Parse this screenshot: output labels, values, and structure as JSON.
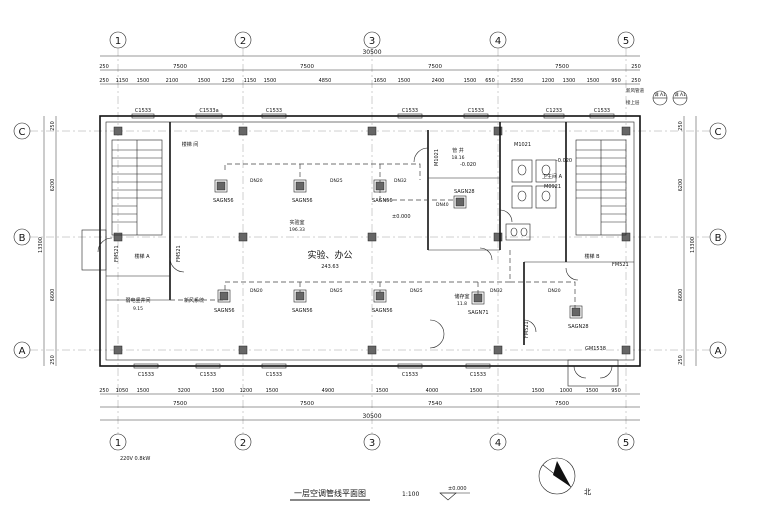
{
  "grid": {
    "columns": [
      "1",
      "2",
      "3",
      "4",
      "5"
    ],
    "rows": [
      "A",
      "B",
      "C"
    ]
  },
  "dims": {
    "overall": "30500",
    "bays_top": [
      "7500",
      "7500",
      "7500",
      "7500"
    ],
    "bays_bottom": [
      "7500",
      "7500",
      "7540",
      "7500"
    ],
    "edge": "250",
    "top_detail": [
      "1150",
      "1500",
      "2100",
      "1500",
      "1250",
      "1150",
      "1500",
      "4850",
      "1650",
      "1500",
      "2400",
      "1500",
      "650",
      "2550",
      "1200",
      "1300",
      "1500",
      "950"
    ],
    "bottom_detail": [
      "1050",
      "1500",
      "3200",
      "1500",
      "1200",
      "1500",
      "4900",
      "1500",
      "4000",
      "1500",
      "1500",
      "1000",
      "1500",
      "950"
    ],
    "side_left": [
      "250",
      "6200",
      "13300",
      "6600",
      "250"
    ],
    "side_right": [
      "250",
      "6200",
      "13300",
      "6600",
      "250"
    ]
  },
  "windows": {
    "top": [
      "C1533",
      "C1533a",
      "C1533",
      "C1533",
      "C1533",
      "C1233",
      "C1533"
    ],
    "bottom": [
      "C1533",
      "C1533",
      "C1533",
      "C1533",
      "C1533"
    ]
  },
  "doors": [
    "FM521",
    "FM521",
    "M1021",
    "M1021",
    "M0921",
    "FM521",
    "FM521",
    "GM1538"
  ],
  "rooms": {
    "stair_a": "楼梯 A",
    "stair_b": "楼梯 B",
    "stair_a_top": "楼梯 间",
    "main_hall": "实验、办公",
    "main_area": "243.63",
    "office_small": "实验室",
    "office_small_area": "196.33",
    "electrical": "弱电竖井间",
    "electrical_area": "9.15",
    "pipe_room": "管 井",
    "pipe_room_area": "18.16",
    "toilet": "卫生间 A",
    "store": "储存室",
    "store_area": "11.8",
    "fresh_air": "新风系统",
    "level_mark": "±0.000",
    "wc_level": "-0.020"
  },
  "units": {
    "top_row": [
      "SAGN56",
      "SAGN56",
      "SAGN56"
    ],
    "bottom_row": [
      "SAGN56",
      "SAGN56",
      "SAGN56",
      "SAGN71",
      "SAGN28"
    ],
    "pipe_labels": [
      "DN20",
      "DN25",
      "DN32",
      "DN40",
      "DN20",
      "DN25",
      "DN25",
      "DN32",
      "DN20"
    ],
    "mid_unit": "SAGN28"
  },
  "details": {
    "callout_1": "详\nA1",
    "callout_2": "详\nA1",
    "riser": "新风管道",
    "riser_2": "接上层"
  },
  "footer": {
    "title": "一层空调管线平面图",
    "scale": "1:100",
    "level": "±0.000",
    "power_note": "220V 0.8kW",
    "north": "北"
  }
}
